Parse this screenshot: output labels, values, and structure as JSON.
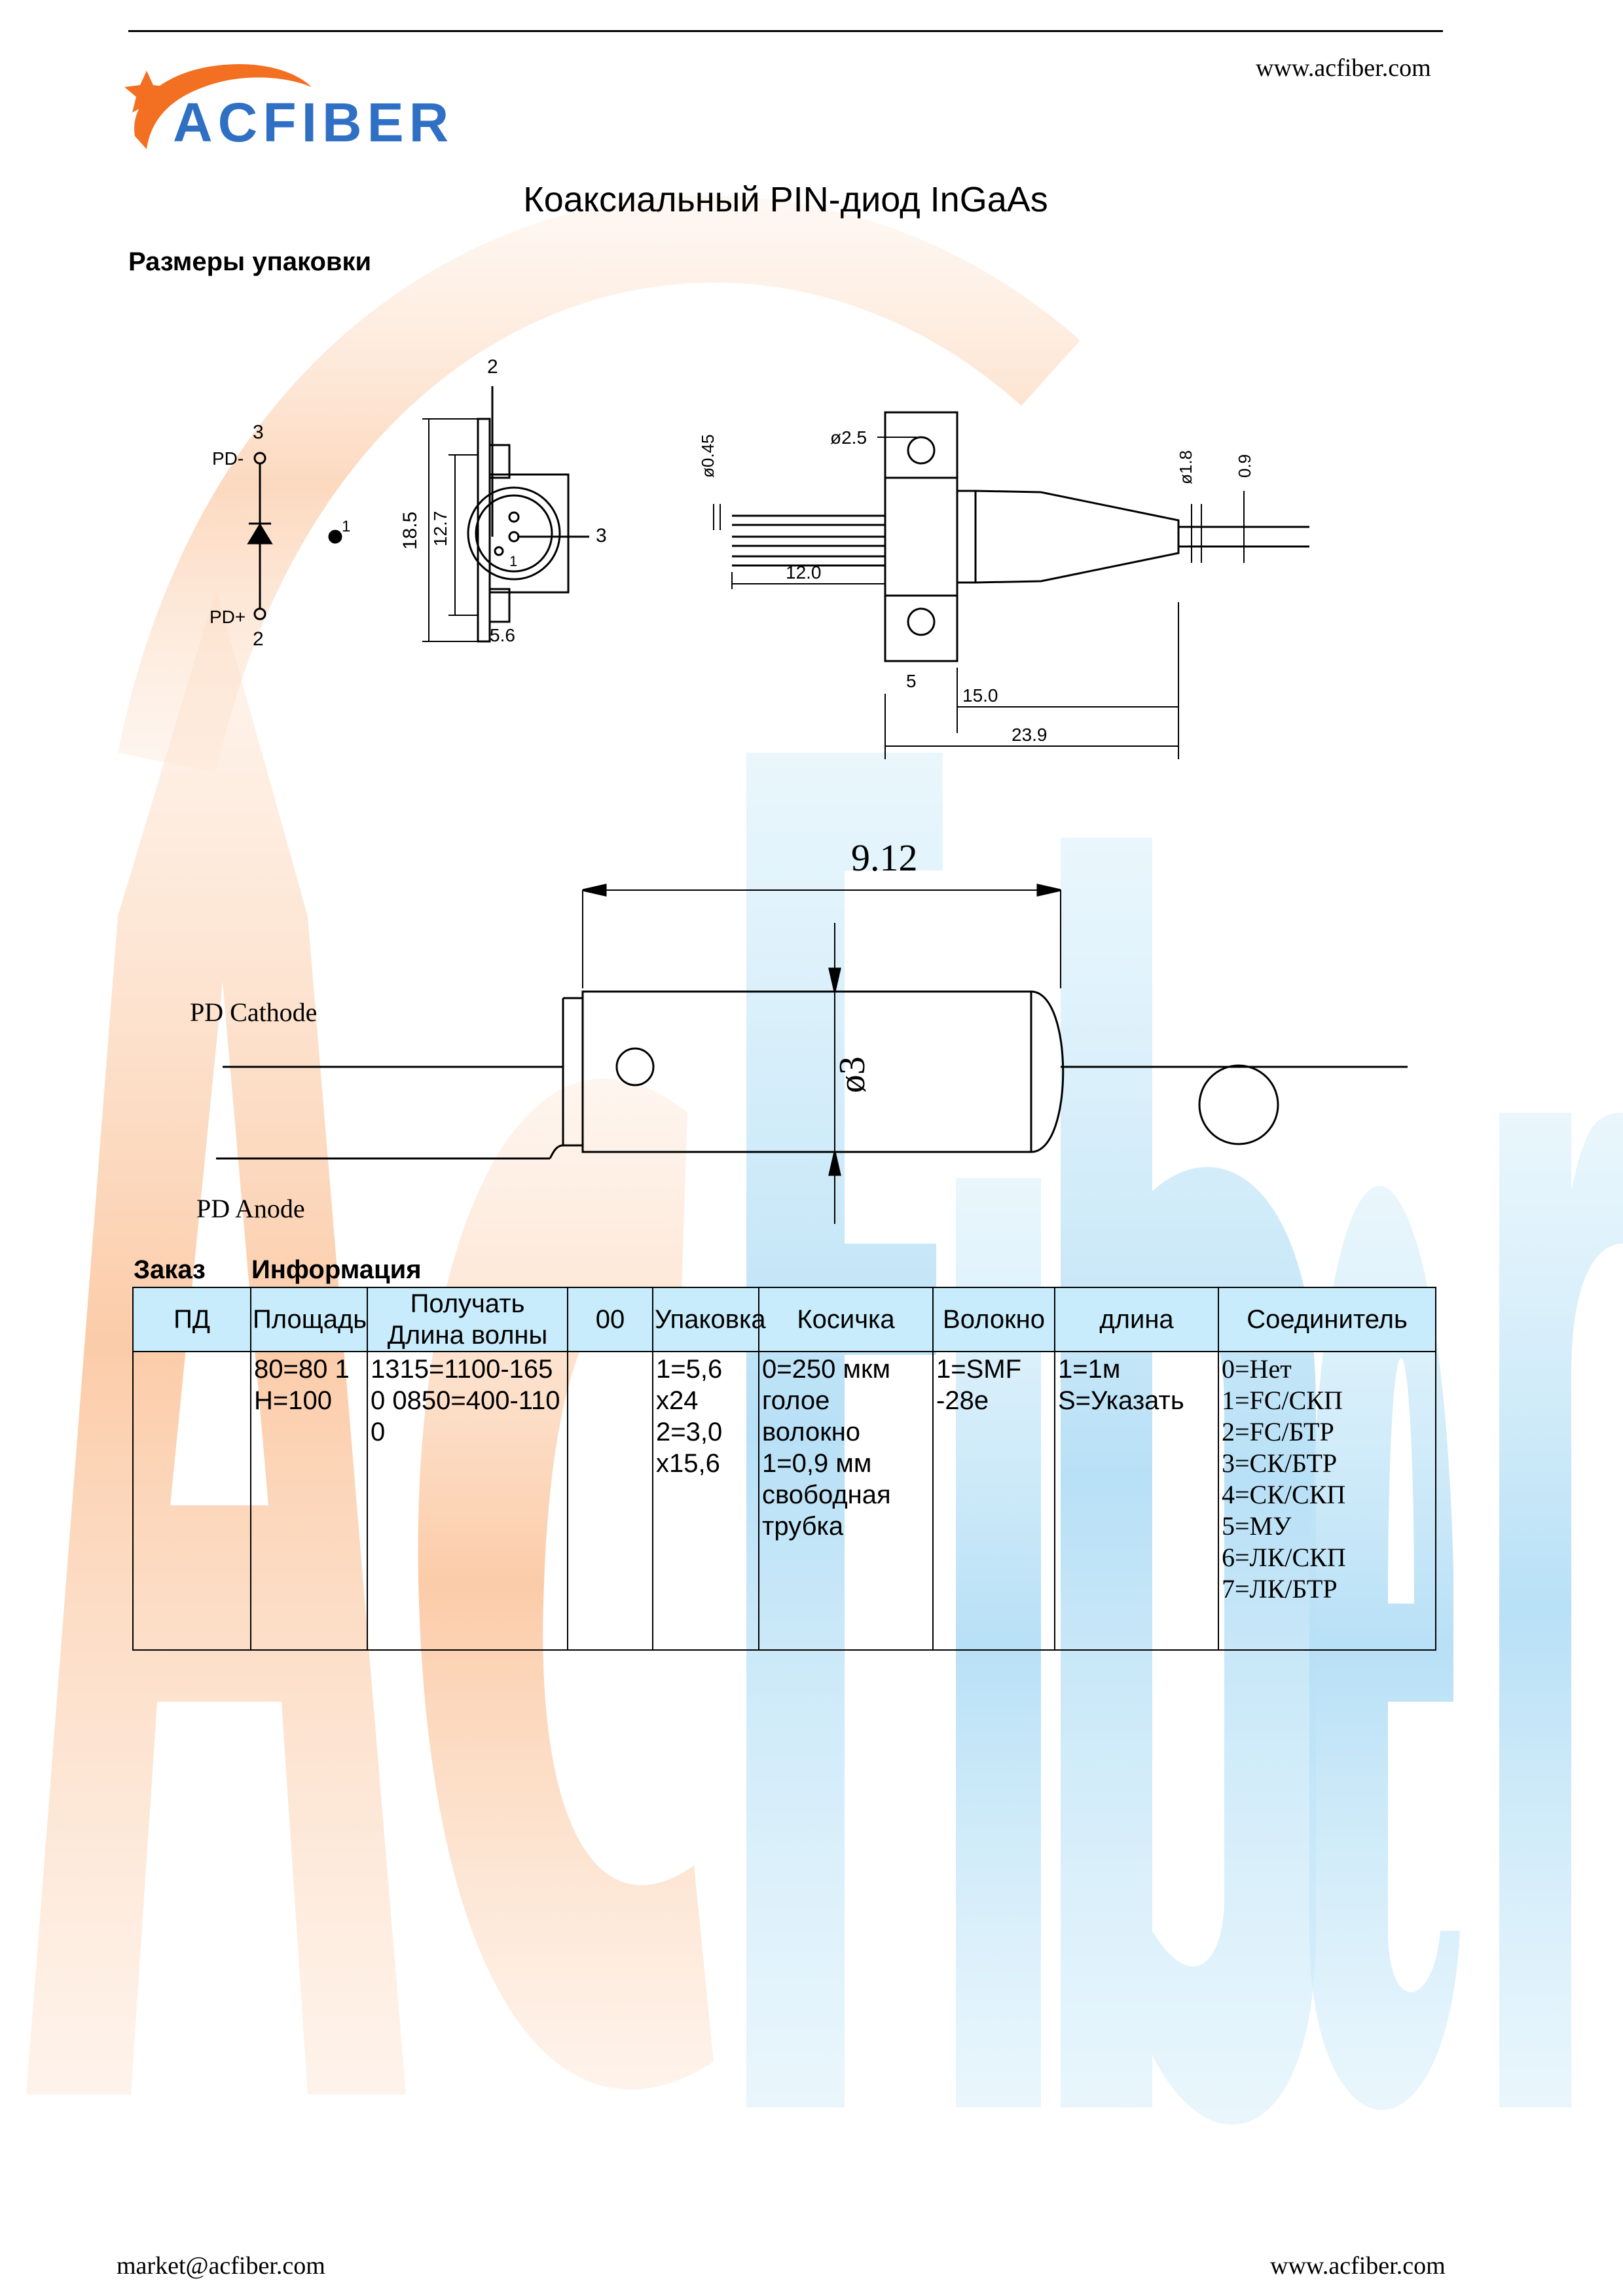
{
  "header": {
    "website": "www.acfiber.com",
    "logo_text": "ACFIBER"
  },
  "title": "Коаксиальный PIN-диод InGaAs",
  "section_heading": "Размеры упаковки",
  "diagram_top": {
    "schematic": {
      "pin3_number": "3",
      "pin3_label": "PD-",
      "pin2_number": "2",
      "pin2_label": "PD+",
      "pin1_number": "1"
    },
    "front_view": {
      "pin_top": "2",
      "pin_right": "3",
      "pin_bottom": "1",
      "dim_height_outer": "18.5",
      "dim_height_inner": "12.7",
      "dim_width": "5.6"
    },
    "side_view": {
      "dim_pin_diameter": "ø0.45",
      "dim_hole": "ø2.5",
      "dim_pin_length": "12.0",
      "dim_tip_diameter": "ø1.8",
      "dim_fiber": "0.9",
      "dim_flange": "5",
      "dim_body": "15.0",
      "dim_total": "23.9"
    }
  },
  "diagram_bottom": {
    "dim_length": "9.12",
    "dim_diameter": "ø3",
    "cathode_label": "PD Cathode",
    "anode_label": "PD Anode"
  },
  "order_info": {
    "label_1": "Заказ",
    "label_2": "Информация",
    "columns": [
      "ПД",
      "Площадь",
      "Получать Длина волны",
      "00",
      "Упаковка",
      "Косичка",
      "Волокно",
      "длина",
      "Соединитель"
    ],
    "cells": [
      "",
      "80=80 1Н=100",
      "1315=1100-1650 0850=400-1100",
      "",
      "1=5,6 x24 2=3,0 x15,6",
      "0=250 мкм голое волокно 1=0,9 мм свободная трубка",
      "1=SMF -28e",
      "1=1м\nS=Указать",
      "0=Нет\n1=FC/СКП\n2=FC/БТР\n3=СК/БТР\n4=СК/СКП\n5=МУ\n6=ЛК/СКП\n7=ЛК/БТР"
    ]
  },
  "footer": {
    "email": "market@acfiber.com",
    "website": "www.acfiber.com"
  },
  "colors": {
    "watermark_orange": "#fbd2b4",
    "watermark_blue": "#c3e6f8",
    "table_header_bg": "#c8ecfb",
    "logo_blue": "#2f6fc4",
    "logo_orange": "#f36f21"
  }
}
